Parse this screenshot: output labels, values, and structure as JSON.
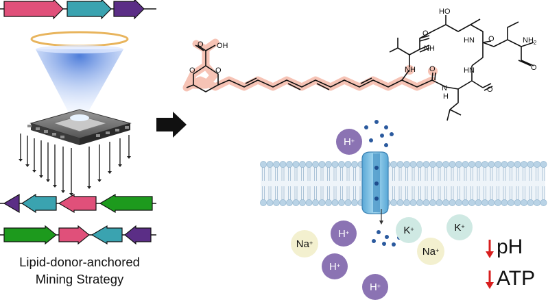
{
  "left_panel": {
    "caption_line1": "Lipid-donor-anchored",
    "caption_line2": "Mining Strategy"
  },
  "molecule": {
    "oh_label": "OH",
    "o_label": "O",
    "ho_label": "HO",
    "nh_label": "NH",
    "hn_label": "HN",
    "n_label": "N",
    "h_label": "H",
    "nh2_label": "NH",
    "nh2_sub": "2"
  },
  "membrane": {
    "ions": [
      {
        "kind": "H",
        "label": "H",
        "charge": "+"
      },
      {
        "kind": "Na",
        "label": "Na",
        "charge": "+"
      },
      {
        "kind": "H",
        "label": "H",
        "charge": "+"
      },
      {
        "kind": "K",
        "label": "K",
        "charge": "+"
      },
      {
        "kind": "K",
        "label": "K",
        "charge": "+"
      },
      {
        "kind": "Na",
        "label": "Na",
        "charge": "+"
      },
      {
        "kind": "H",
        "label": "H",
        "charge": "+"
      },
      {
        "kind": "H",
        "label": "H",
        "charge": "+"
      }
    ]
  },
  "readouts": {
    "ph": "pH",
    "atp": "ATP"
  },
  "colors": {
    "gene_pink": "#e0507a",
    "gene_teal": "#3aa3b0",
    "gene_purple": "#5b2e86",
    "gene_green": "#1d9a1d",
    "highlight": "#f6c3b5",
    "ion_h": "#8b73b3",
    "ion_k": "#cfe9e3",
    "ion_na": "#f3f0cf",
    "arrow_red": "#d81e1e",
    "membrane_head": "#b9d3e6",
    "channel": "#7fc2e3"
  }
}
